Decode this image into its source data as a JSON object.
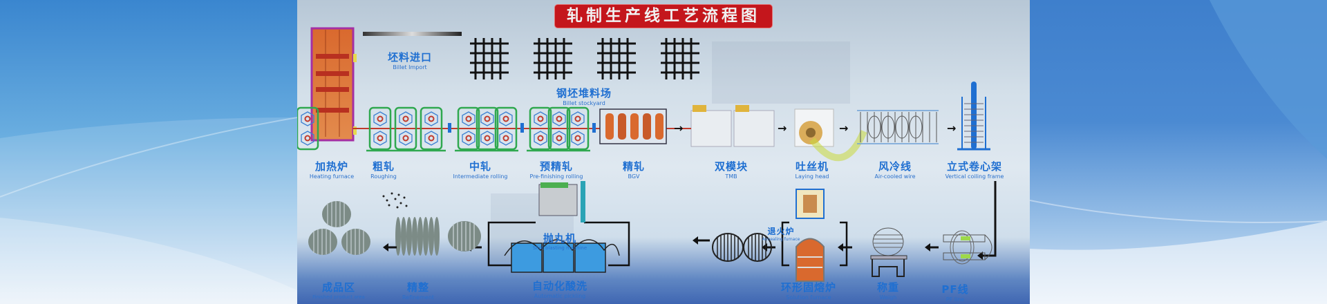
{
  "title": "轧制生产线工艺流程图",
  "colors": {
    "title_bg": "#c4161c",
    "label_blue": "#1f6fd1",
    "stand_green": "#2fa84f",
    "rolling_line": "#c0392b",
    "furnace_orange": "#d9692e",
    "furnace_frame": "#a52fa3"
  },
  "stages": {
    "billet_import": {
      "cn": "坯料进口",
      "en": "Billet Import"
    },
    "billet_stockyard": {
      "cn": "钢坯堆料场",
      "en": "Billet stockyard"
    },
    "heating_furnace": {
      "cn": "加热炉",
      "en": "Heating furnace"
    },
    "roughing": {
      "cn": "粗轧",
      "en": "Roughing"
    },
    "intermediate": {
      "cn": "中轧",
      "en": "Intermediate rolling"
    },
    "pre_finishing": {
      "cn": "预精轧",
      "en": "Pre-finishing rolling"
    },
    "finishing": {
      "cn": "精轧",
      "en": "BGV"
    },
    "tmb": {
      "cn": "双模块",
      "en": "TMB"
    },
    "laying_head": {
      "cn": "吐丝机",
      "en": "Laying head"
    },
    "air_cooled": {
      "cn": "风冷线",
      "en": "Air-cooled wire"
    },
    "vertical_coiling": {
      "cn": "立式卷心架",
      "en": "Vertical coiling frame"
    },
    "pf_line": {
      "cn": "PF线",
      "en": "PF line"
    },
    "weigh": {
      "cn": "称重",
      "en": "Weigh"
    },
    "annealing": {
      "cn": "退火炉",
      "en": "Annealing furnace"
    },
    "solution_furnace": {
      "cn": "环形固熔炉",
      "en": "Solution furnace"
    },
    "shot_blasting": {
      "cn": "抛丸机",
      "en": "Shot blasting machine"
    },
    "pickling": {
      "cn": "自动化酸洗",
      "en": "Automatic pickling"
    },
    "refinement": {
      "cn": "精整",
      "en": "Refinement"
    },
    "finished_area": {
      "cn": "成品区",
      "en": "Finished product area"
    }
  },
  "flow_arrows": {
    "right": "→",
    "left": "←"
  }
}
